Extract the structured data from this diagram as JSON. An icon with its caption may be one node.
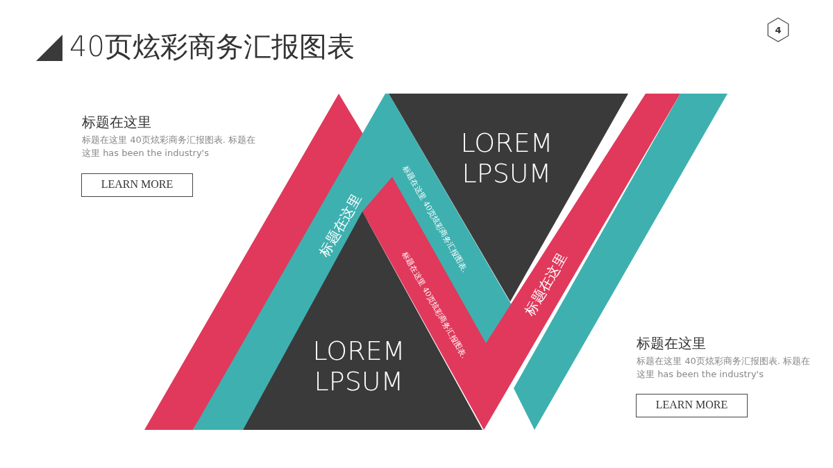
{
  "diagram": {
    "title": "40页炫彩商务汇报图表",
    "nodes": [
      {
        "text": [
          "4"
        ]
      },
      {
        "text": [
          "标题在这里",
          "标题在这里 40页炫彩商务汇报图表."
        ]
      },
      {
        "text": [
          "LOREM LPSUM"
        ]
      },
      {
        "text": [
          "标题在这里 40页炫彩商务汇报图表.",
          "标题在这里"
        ]
      },
      {
        "text": [
          "LOREM LPSUM"
        ]
      },
      {
        "text": [
          "LEARN MORE"
        ]
      },
      {
        "text": [
          "LEARN MORE"
        ]
      }
    ],
    "edges": [],
    "labels": [
      "标题在这里",
      "标题在这里 40页炫彩商务汇报图表. 标题在这里 has been the industry's",
      "标题在这里",
      "标题在这里 40页炫彩商务汇报图表. 标题在这里 has been the industry's"
    ]
  }
}
